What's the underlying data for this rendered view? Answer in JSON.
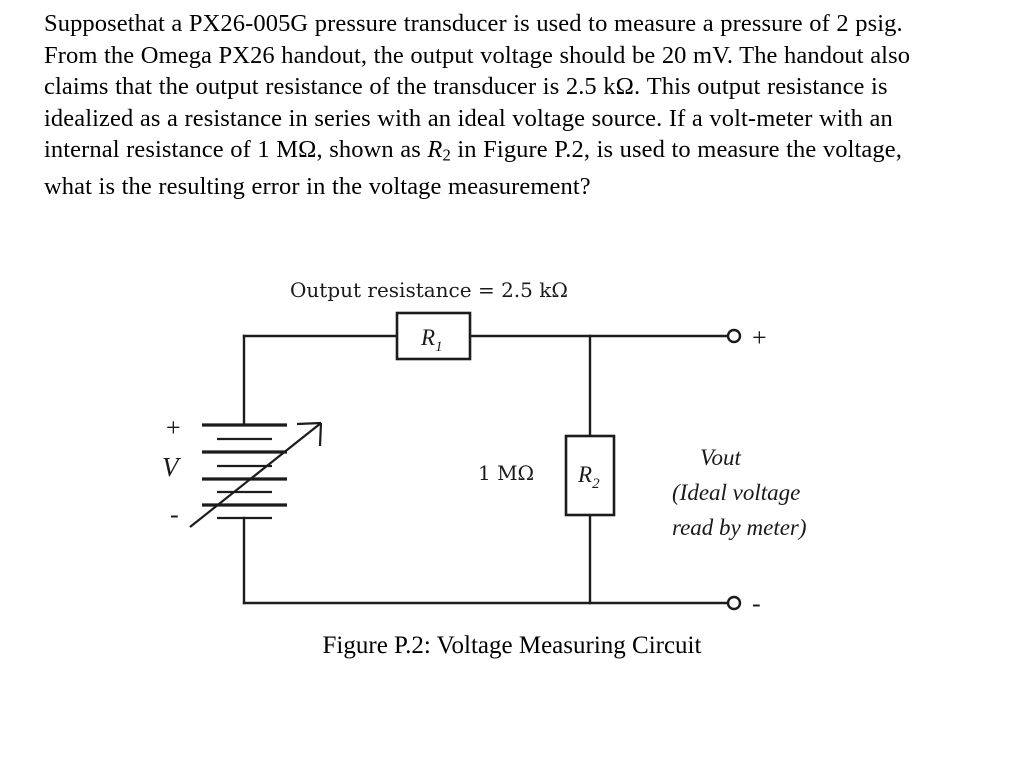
{
  "document": {
    "type": "textbook-problem",
    "background_color": "#ffffff",
    "ink_color": "#1c1c1c"
  },
  "problem": {
    "lines": [
      "Supposethat a PX26-005G pressure transducer is used to measure a pressure of 2 psig.",
      "From the Omega PX26 handout, the output voltage should be 20 mV.  The handout also",
      "claims that the output resistance of the transducer is 2.5 kΩ.  This output resistance is",
      "idealized as a resistance in series with an ideal voltage source.  If a volt-meter with an",
      "internal resistance of 1 MΩ, shown as R2 in Figure P.2, is used to measure the voltage,",
      "what is the resulting error in the voltage measurement?"
    ],
    "line5_part_a": "internal resistance of 1 MΩ, shown as ",
    "line5_var": "R",
    "line5_sub": "2",
    "line5_part_b": " in Figure P.2, is used to measure the voltage,",
    "values": {
      "transducer_model": "PX26-005G",
      "handout_model": "PX26",
      "pressure": "2 psig",
      "output_voltage": "20 mV",
      "output_resistance": "2.5 kΩ",
      "meter_internal_resistance": "1 MΩ",
      "figure_reference": "Figure P.2"
    }
  },
  "figure": {
    "caption": "Figure P.2: Voltage Measuring Circuit",
    "annotation_top": "Output resistance = 2.5 kΩ",
    "source": {
      "symbol": "variable-voltage-source",
      "label": "V",
      "plus_sign": "+",
      "minus_sign": "-"
    },
    "components": [
      {
        "id": "R1",
        "label_letter": "R",
        "label_subscript": "1",
        "orientation": "horizontal",
        "value_note": "Output resistance = 2.5 kΩ"
      },
      {
        "id": "R2",
        "label_letter": "R",
        "label_subscript": "2",
        "orientation": "vertical",
        "value": "1 MΩ"
      }
    ],
    "r2_value_label": "1 MΩ",
    "output": {
      "name": "Vout",
      "note_line1": "(Ideal voltage",
      "note_line2": "read by meter)"
    },
    "terminals": [
      {
        "id": "positive",
        "sign": "+"
      },
      {
        "id": "negative",
        "sign": "-"
      }
    ]
  }
}
